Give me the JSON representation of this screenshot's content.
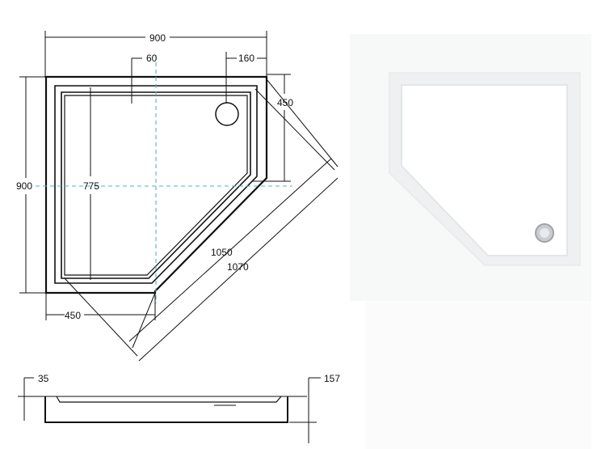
{
  "dimensions": {
    "width_top": "900",
    "offset_axis": "60",
    "drain_offset_x": "160",
    "drain_offset_y": "450",
    "height_left": "900",
    "inner_depth": "775",
    "diagonal_inner": "1050",
    "diagonal_outer": "1070",
    "bottom_left": "450",
    "side_thickness": "35",
    "side_height": "157"
  },
  "colors": {
    "line": "#111111",
    "axis": "#5aaedc",
    "photo_bg": "#f1f3f4",
    "tray_white": "#ffffff",
    "drain": "#b8bcc0"
  },
  "icons": {
    "drain": "drain-icon"
  }
}
